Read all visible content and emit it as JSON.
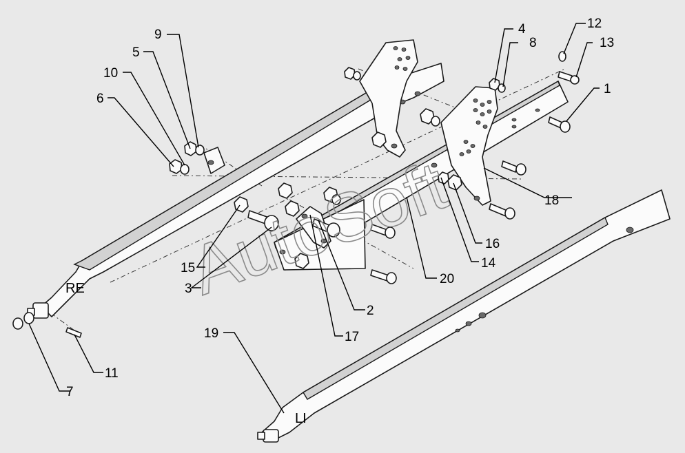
{
  "watermark": "AutoSoft",
  "side_labels": {
    "right": "RE",
    "left": "LI"
  },
  "callouts": {
    "c1": "1",
    "c2": "2",
    "c3": "3",
    "c4": "4",
    "c5": "5",
    "c6": "6",
    "c7": "7",
    "c8": "8",
    "c9": "9",
    "c10": "10",
    "c11": "11",
    "c12": "12",
    "c13": "13",
    "c14": "14",
    "c15": "15",
    "c16": "16",
    "c17": "17",
    "c18": "18",
    "c19": "19",
    "c20": "20"
  },
  "colors": {
    "background": "#e9e9e9",
    "line": "#1a1a1a",
    "fill": "#fbfbfb"
  }
}
